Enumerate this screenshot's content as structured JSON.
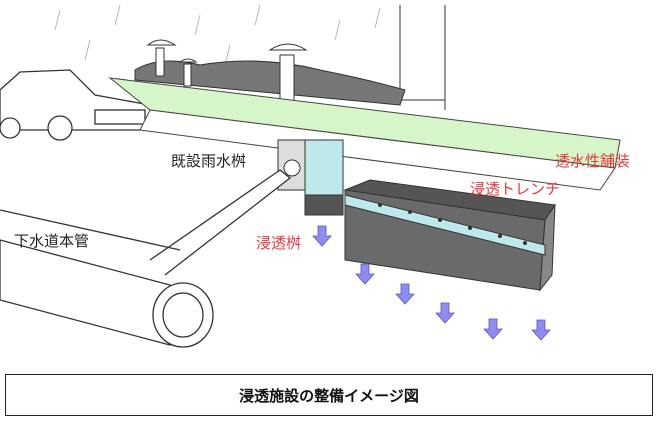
{
  "labels": {
    "existing_inlet": "既設雨水桝",
    "permeable_pavement": "透水性舗装",
    "infiltration_trench": "浸透トレンチ",
    "infiltration_inlet": "浸透桝",
    "sewer_main": "下水道本管"
  },
  "caption": "浸透施設の整備イメージ図",
  "colors": {
    "label_red": "#e8383d",
    "pavement_green": "#d6f5c8",
    "water_blue": "#bfe8ea",
    "arrow_purple": "#8e8cf0"
  }
}
